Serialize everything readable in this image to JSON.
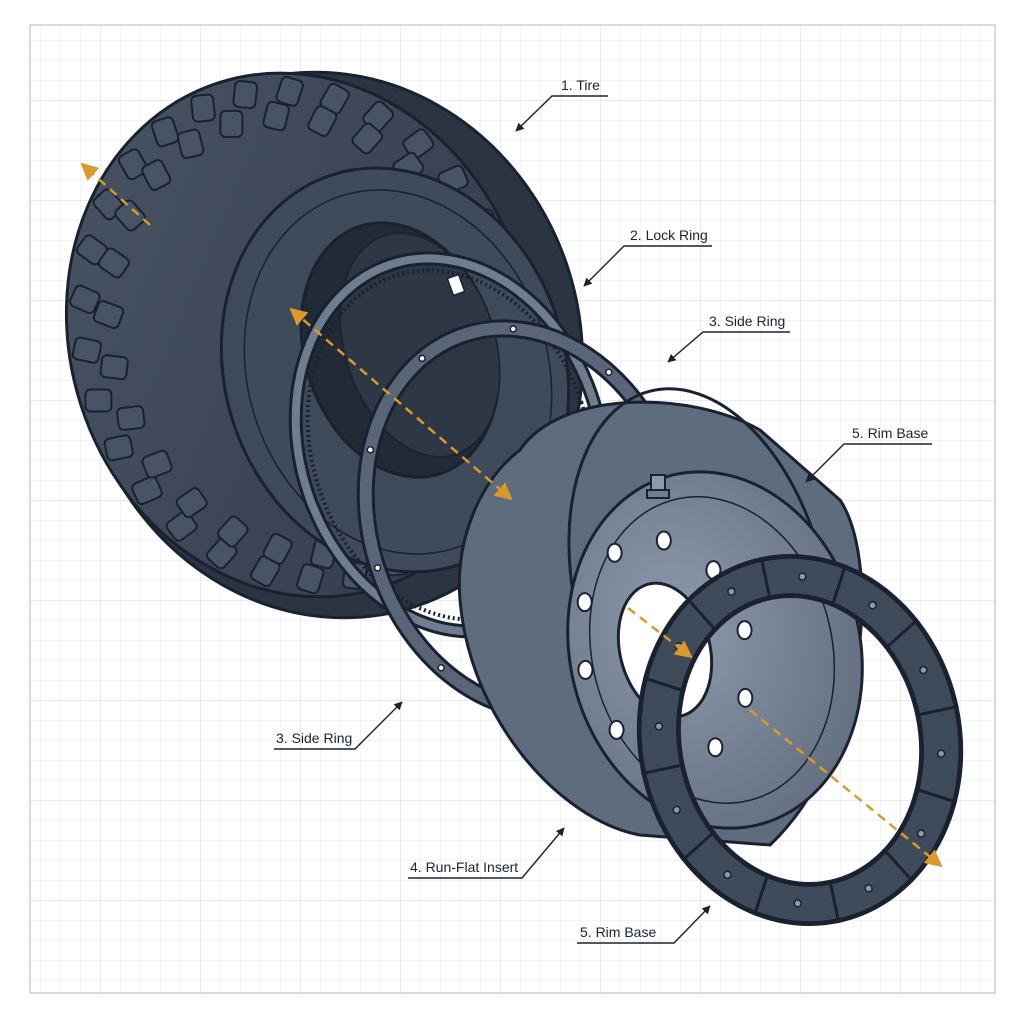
{
  "colors": {
    "background": "#ffffff",
    "grid_minor": "#e3e8ef",
    "grid_major": "#d2d9e3",
    "frame": "#c9d1dc",
    "part_fill": "#3f4a5b",
    "part_fill_dark": "#2b3443",
    "part_fill_light": "#5a6677",
    "outline": "#1a2130",
    "rim_metal": "#6f7d8f",
    "rim_metal_light": "#8e9aab",
    "axis_arrow": "#d99a2b",
    "leader": "#1b2233"
  },
  "labels": {
    "tire": "1. Tire",
    "lock_ring": "2. Lock Ring",
    "side_ring_upper": "3. Side Ring",
    "rim_base_upper": "5. Rim Base",
    "side_ring_lower": "3. Side Ring",
    "run_flat_insert": "4. Run-Flat Insert",
    "rim_base_lower": "5. Rim Base"
  }
}
